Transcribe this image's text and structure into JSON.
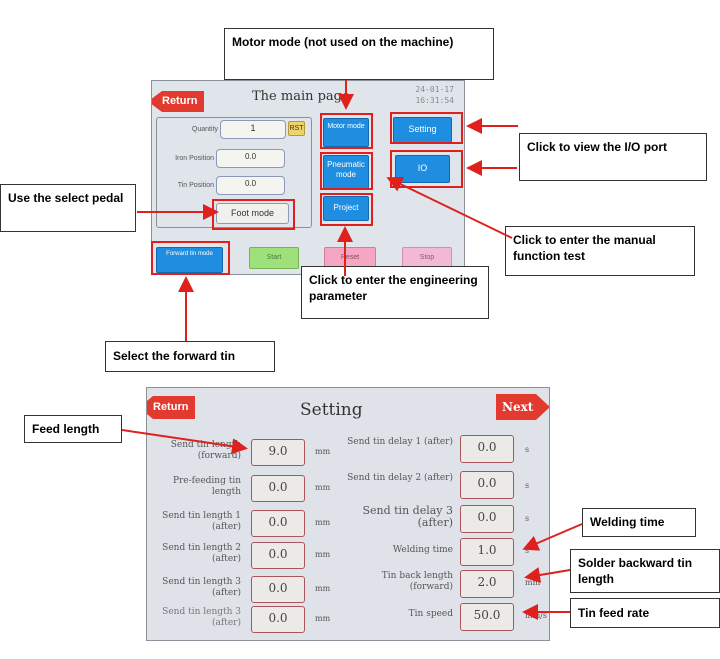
{
  "main_page": {
    "title": "The main page",
    "return_label": "Return",
    "date": "24-01-17",
    "time": "16:31:54",
    "quantity": {
      "label": "Quantity",
      "value": "1"
    },
    "rst_label": "RST",
    "iron_position": {
      "label": "Iron Position",
      "value": "0.0"
    },
    "tin_position": {
      "label": "Tin Position",
      "value": "0.0"
    },
    "foot_mode_label": "Foot mode",
    "motor_mode_label": "Motor mode",
    "setting_label": "Setting",
    "pneumatic_mode_label": "Pneumatic mode",
    "io_label": "IO",
    "project_label": "Project",
    "forward_tin_mode_label": "Forward tin mode",
    "start_label": "Start",
    "reset_label": "Reset",
    "stop_label": "Stop"
  },
  "setting_page": {
    "title": "Setting",
    "return_label": "Return",
    "next_label": "Next",
    "left_rows": [
      {
        "label": "Send tin length (forward)",
        "value": "9.0",
        "unit": "mm"
      },
      {
        "label": "Pre-feeding tin length",
        "value": "0.0",
        "unit": "mm"
      },
      {
        "label": "Send tin length 1 (after)",
        "value": "0.0",
        "unit": "mm"
      },
      {
        "label": "Send tin length 2 (after)",
        "value": "0.0",
        "unit": "mm"
      },
      {
        "label": "Send tin length 3 (after)",
        "value": "0.0",
        "unit": "mm"
      },
      {
        "label": "Send tin length 3 (after)",
        "value": "0.0",
        "unit": "mm"
      }
    ],
    "right_rows": [
      {
        "label": "Send tin delay 1 (after)",
        "value": "0.0",
        "unit": "s"
      },
      {
        "label": "Send tin delay 2 (after)",
        "value": "0.0",
        "unit": "s"
      },
      {
        "label": "Send tin delay 3 (after)",
        "value": "0.0",
        "unit": "s"
      },
      {
        "label": "Welding time",
        "value": "1.0",
        "unit": "s"
      },
      {
        "label": "Tin back length (forward)",
        "value": "2.0",
        "unit": "mm"
      },
      {
        "label": "Tin speed",
        "value": "50.0",
        "unit": "mm/s"
      }
    ]
  },
  "callouts": {
    "motor_mode": "Motor mode (not used on the machine)",
    "io_port": "Click to view the I/O port",
    "select_pedal": "Use the select pedal",
    "manual_test": "Click to enter the manual function test",
    "engineering": "Click to enter the engineering parameter",
    "forward_tin": "Select the forward tin",
    "feed_length": "Feed length",
    "welding_time": "Welding time",
    "solder_backward": "Solder backward tin length",
    "tin_feed_rate": "Tin feed rate"
  }
}
